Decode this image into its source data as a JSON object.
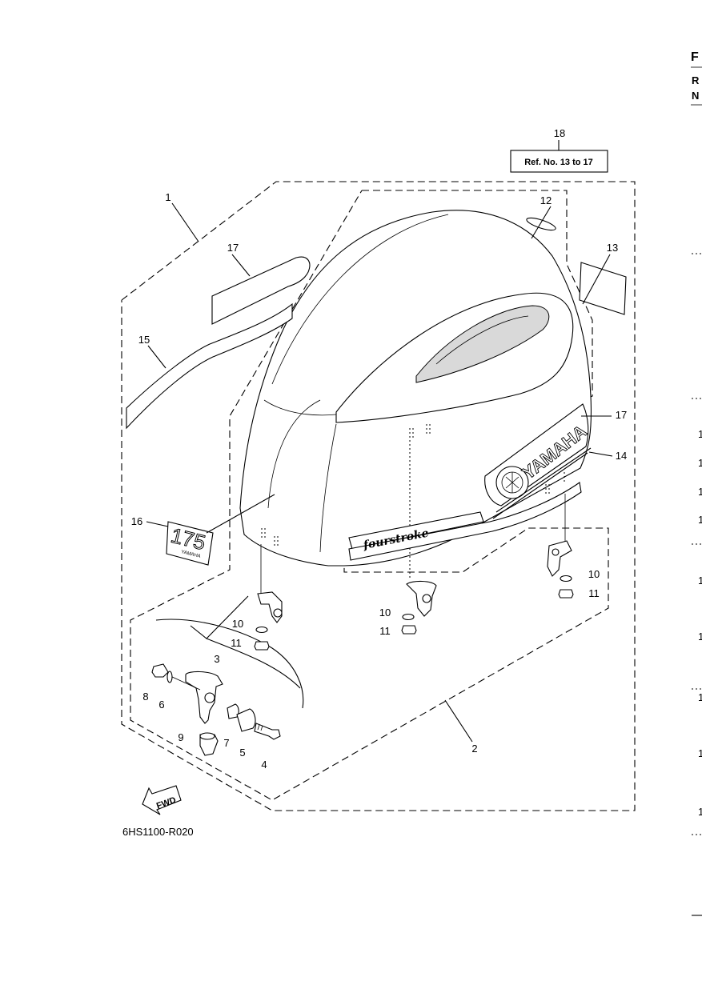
{
  "diagram_code": "6HS1100-R020",
  "ref_box_text": "Ref. No. 13 to 17",
  "fwd_label": "FWD",
  "decals": {
    "model_number": "175",
    "brand_small": "YAMAHA",
    "brand_large": "YAMAHA",
    "series": "fourstroke"
  },
  "callouts": {
    "c1": "1",
    "c2": "2",
    "c3": "3",
    "c4": "4",
    "c5": "5",
    "c6": "6",
    "c7": "7",
    "c8": "8",
    "c9": "9",
    "c10a": "10",
    "c10b": "10",
    "c10c": "10",
    "c11a": "11",
    "c11b": "11",
    "c11c": "11",
    "c12": "12",
    "c13": "13",
    "c14": "14",
    "c15": "15",
    "c16": "16",
    "c17a": "17",
    "c17b": "17",
    "c18": "18"
  },
  "right_edge": {
    "f": "F",
    "r": "R",
    "n": "N",
    "e1": "1",
    "e2": "1",
    "e3": "1",
    "e4": "1",
    "e5": "1",
    "e6": "1",
    "e7": "1",
    "e8": "1",
    "e9": "1"
  }
}
